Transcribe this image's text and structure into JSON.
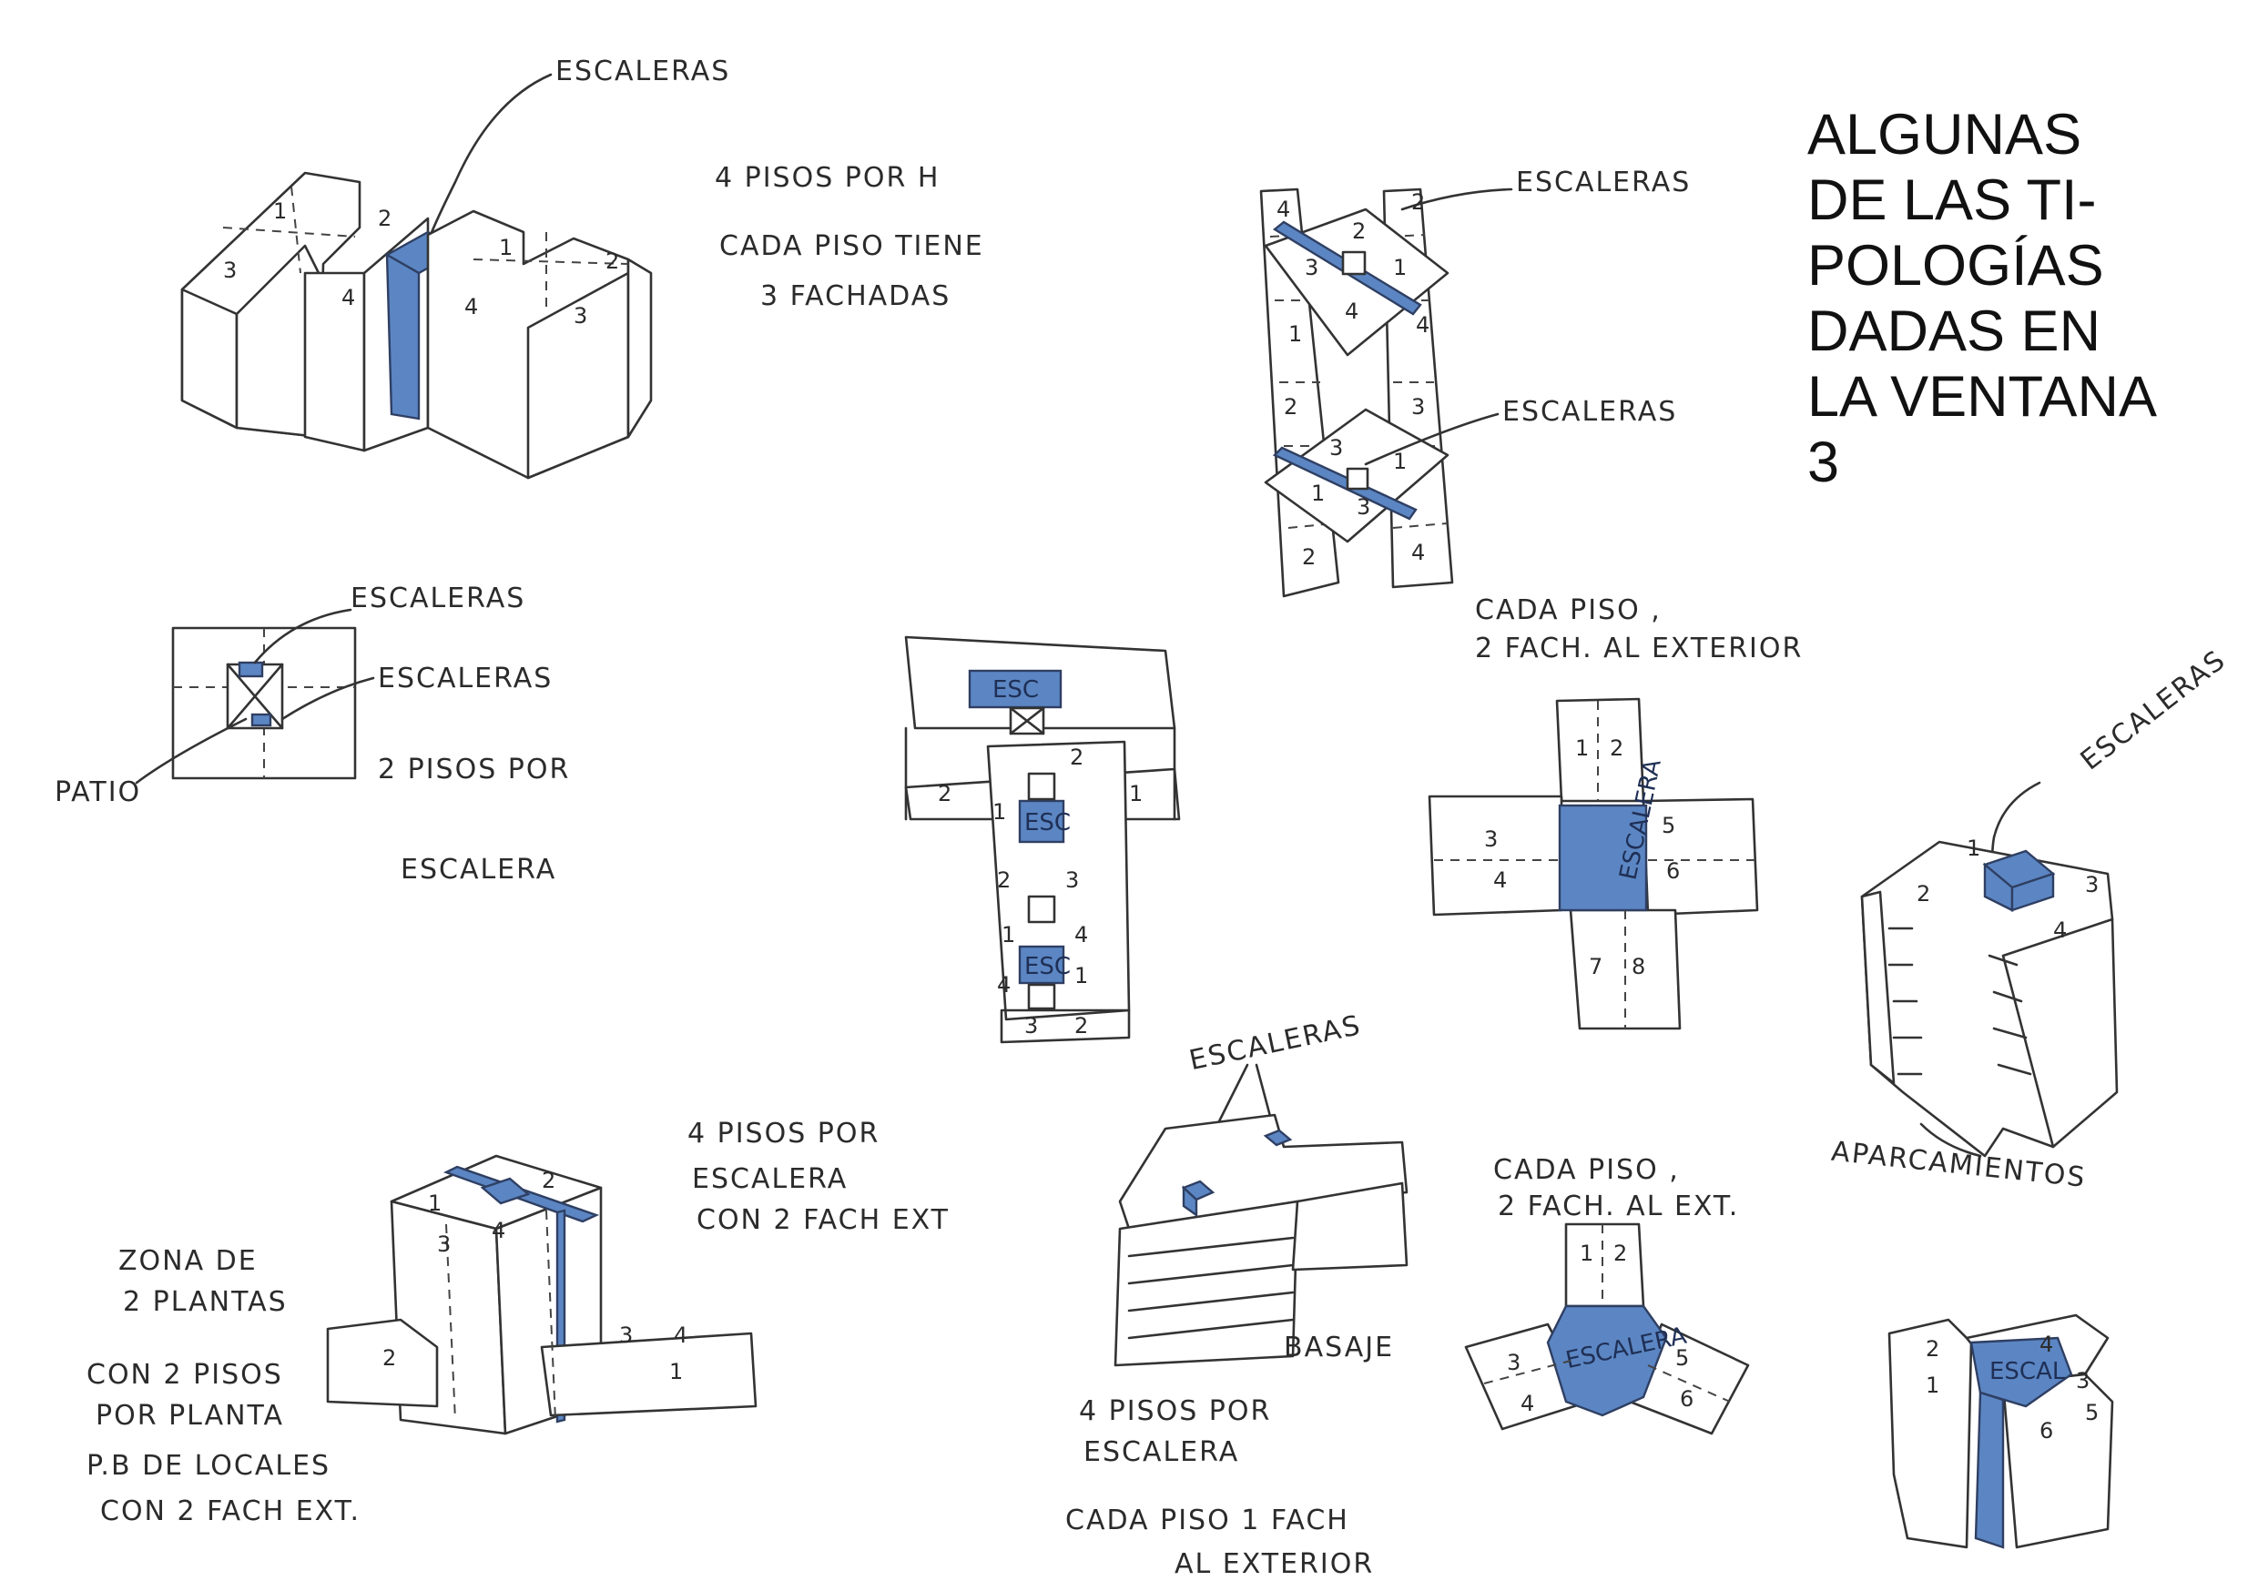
{
  "title": {
    "lines": [
      "ALGUNAS",
      "DE LAS TI-",
      "POLOGÍAS",
      "DADAS EN",
      "LA VENTANA",
      "3"
    ]
  },
  "colors": {
    "accent_blue": "#5b86c3",
    "ink": "#2b2b2b",
    "paper": "#ffffff"
  },
  "sketch_h": {
    "label_stairs": "ESCALERAS",
    "note_line1": "4 PISOS POR H",
    "note_line2": "CADA PISO TIENE",
    "note_line3": "3 FACHADAS",
    "nums": [
      "1",
      "2",
      "3",
      "4",
      "1",
      "2",
      "3",
      "4"
    ]
  },
  "sketch_square": {
    "label_stairs_1": "ESCALERAS",
    "label_stairs_2": "ESCALERAS",
    "label_patio": "PATIO",
    "note_line1": "2 PISOS POR",
    "note_line2": "ESCALERA"
  },
  "sketch_diagonal": {
    "label_stairs_top": "ESCALERAS",
    "label_stairs_bottom": "ESCALERAS",
    "nums": [
      "4",
      "2",
      "3",
      "1",
      "4",
      "2",
      "1",
      "3",
      "4",
      "2",
      "3",
      "1",
      "2",
      "4",
      "1",
      "3"
    ]
  },
  "sketch_t_plan": {
    "esc_labels": [
      "ESC",
      "ESC",
      "ESC"
    ],
    "nums": [
      "2",
      "1",
      "2",
      "1",
      "2",
      "3",
      "1",
      "4",
      "1",
      "4",
      "3",
      "2"
    ]
  },
  "sketch_cross": {
    "note_line1": "CADA PISO ,",
    "note_line2": "2 FACH. AL EXTERIOR",
    "esc_label": "ESCALERA",
    "nums": [
      "1",
      "2",
      "3",
      "4",
      "5",
      "6",
      "7",
      "8"
    ]
  },
  "sketch_tower": {
    "label_stairs": "ESCALERAS",
    "label_parking": "APARCAMIENTOS",
    "nums": [
      "2",
      "3",
      "4",
      "1"
    ]
  },
  "sketch_cube": {
    "note_line1": "4 PISOS POR",
    "note_line2": "ESCALERA",
    "note_line3": "CON 2 FACH EXT",
    "side_line1": "ZONA DE",
    "side_line2": "2 PLANTAS",
    "side_line3": "CON 2 PISOS",
    "side_line4": "POR PLANTA",
    "side_line5": "P.B DE LOCALES",
    "side_line6": "CON 2 FACH EXT.",
    "nums": [
      "1",
      "2",
      "3",
      "4",
      "3",
      "4",
      "1",
      "2"
    ]
  },
  "sketch_slab": {
    "label_stairs": "ESCALERAS",
    "label_basement": "BASAJE",
    "note_line1": "4 PISOS POR",
    "note_line2": "ESCALERA",
    "note_line3": "CADA PISO 1 FACH",
    "note_line4": "AL EXTERIOR"
  },
  "sketch_y": {
    "note_line1": "CADA PISO ,",
    "note_line2": "2 FACH. AL EXT.",
    "esc_label": "ESCALERA",
    "nums": [
      "1",
      "2",
      "3",
      "4",
      "5",
      "6"
    ]
  },
  "sketch_y_3d": {
    "esc_label": "ESCAL",
    "nums": [
      "2",
      "1",
      "3",
      "4",
      "5",
      "6"
    ]
  }
}
